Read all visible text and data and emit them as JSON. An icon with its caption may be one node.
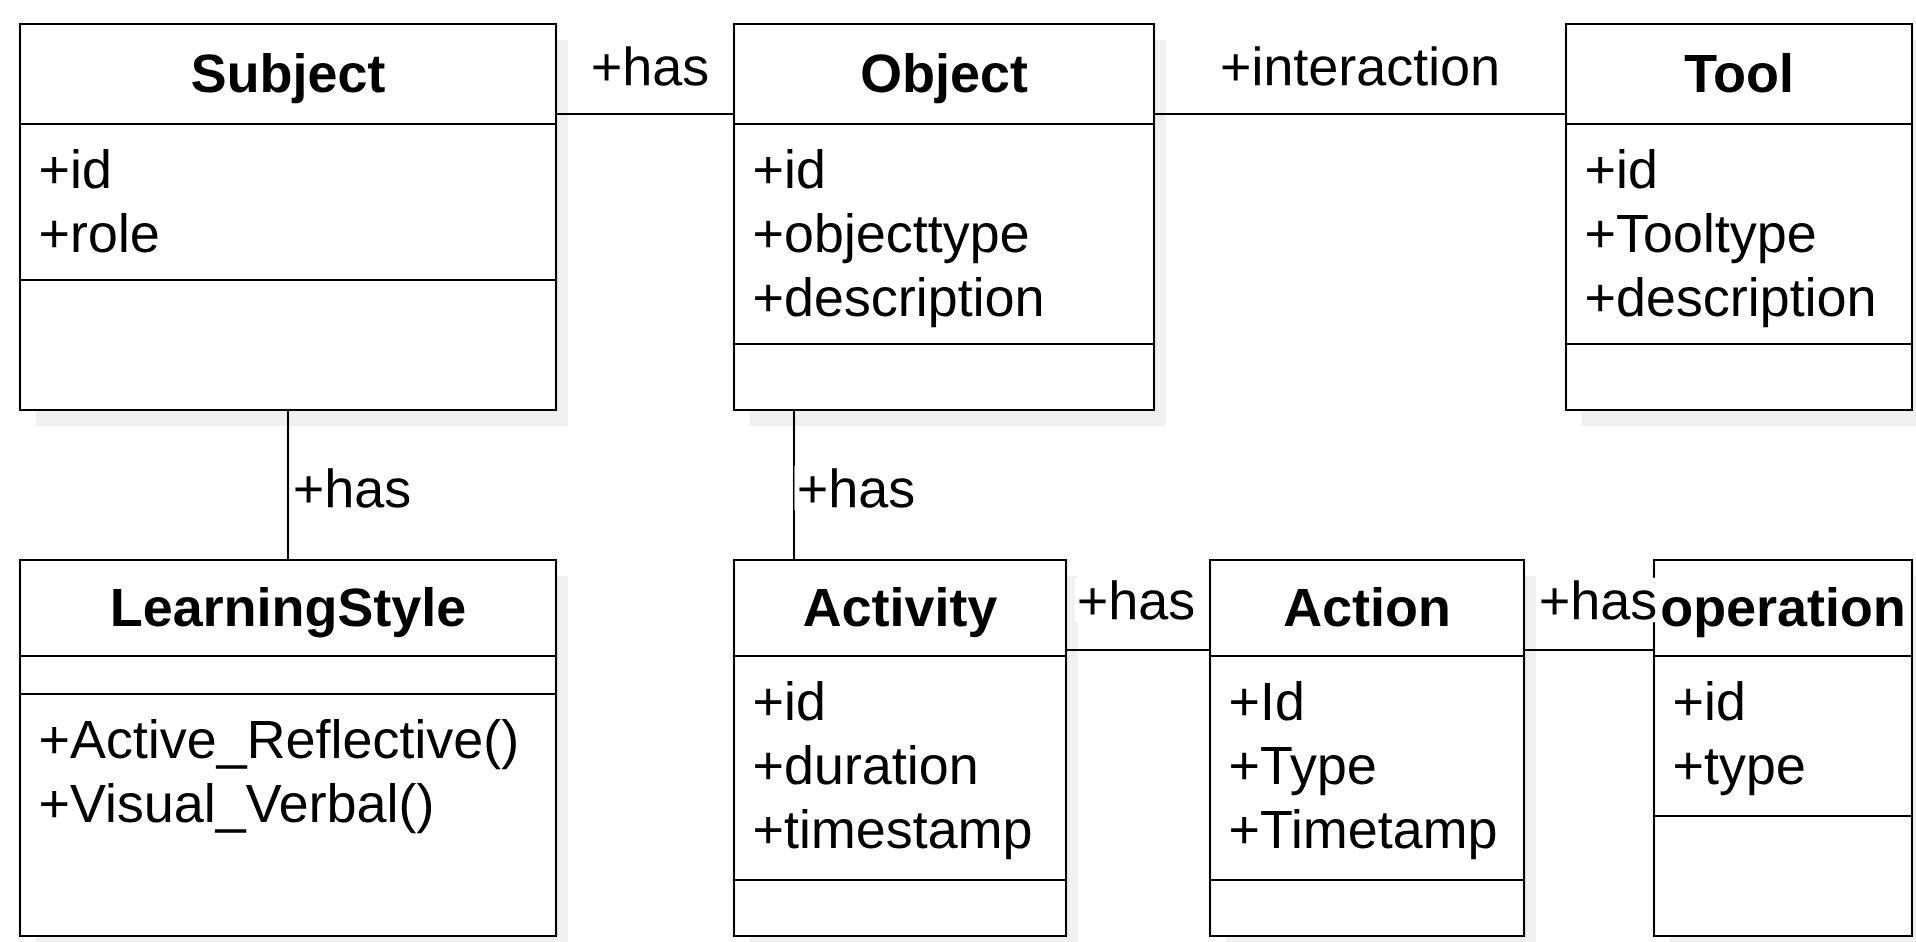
{
  "diagram": {
    "nodes": [
      {
        "text": [
          "Subject",
          "+id",
          "+role"
        ]
      },
      {
        "text": [
          "Object",
          "+id",
          "+objecttype",
          "+description"
        ]
      },
      {
        "text": [
          "Tool",
          "+id",
          "+Tooltype",
          "+description"
        ]
      },
      {
        "text": [
          "LearningStyle",
          "+Active_Reflective()",
          "+Visual_Verbal()"
        ]
      },
      {
        "text": [
          "Activity",
          "+id",
          "+duration",
          "+timestamp"
        ]
      },
      {
        "text": [
          "Action",
          "+Id",
          "+Type",
          "+Timetamp"
        ]
      },
      {
        "text": [
          "operation",
          "+id",
          "+type"
        ]
      }
    ],
    "edges": [
      {
        "from": 0,
        "to": 1,
        "arrow": "none",
        "label": "+has"
      },
      {
        "from": 1,
        "to": 2,
        "arrow": "none",
        "label": "+interaction"
      },
      {
        "from": 0,
        "to": 3,
        "arrow": "none",
        "label": "+has"
      },
      {
        "from": 1,
        "to": 4,
        "arrow": "none",
        "label": "+has"
      },
      {
        "from": 4,
        "to": 5,
        "arrow": "none",
        "label": "+has"
      },
      {
        "from": 5,
        "to": 6,
        "arrow": "none",
        "label": "+has"
      }
    ]
  }
}
